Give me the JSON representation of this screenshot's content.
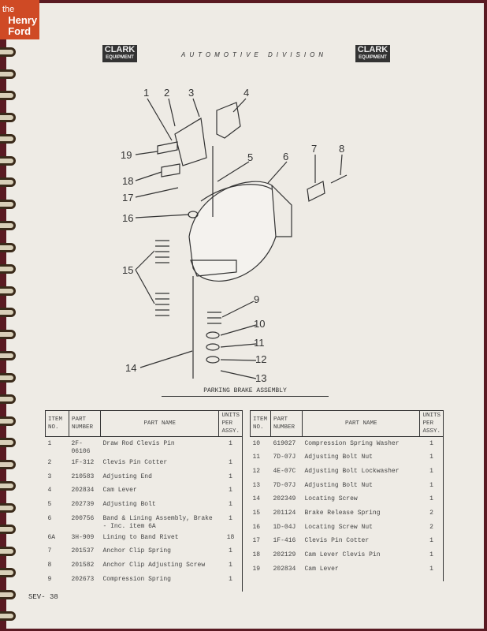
{
  "branding": {
    "henry_ford_logo": "the Henry Ford",
    "clark_logo": "CLARK EQUIPMENT"
  },
  "header": {
    "division": "AUTOMOTIVE DIVISION"
  },
  "diagram": {
    "caption": "PARKING BRAKE ASSEMBLY",
    "callouts": [
      "1",
      "2",
      "3",
      "4",
      "19",
      "5",
      "6",
      "7",
      "8",
      "18",
      "17",
      "16",
      "15",
      "9",
      "10",
      "11",
      "12",
      "13",
      "14"
    ]
  },
  "table_headers": {
    "item": "ITEM NO.",
    "part_number": "PART NUMBER",
    "part_name": "PART NAME",
    "units": "UNITS PER ASSY."
  },
  "left_table": [
    {
      "item": "1",
      "part": "2F-06106",
      "name": "Draw Rod Clevis Pin",
      "units": "1"
    },
    {
      "item": "2",
      "part": "1F-312",
      "name": "Clevis Pin Cotter",
      "units": "1"
    },
    {
      "item": "3",
      "part": "210583",
      "name": "Adjusting End",
      "units": "1"
    },
    {
      "item": "4",
      "part": "202834",
      "name": "Cam Lever",
      "units": "1"
    },
    {
      "item": "5",
      "part": "202739",
      "name": "Adjusting Bolt",
      "units": "1"
    },
    {
      "item": "6",
      "part": "200756",
      "name": "Band & Lining Assembly, Brake - Inc. item 6A",
      "units": "1"
    },
    {
      "item": "6A",
      "part": "3H-909",
      "name": "Lining to Band Rivet",
      "units": "18"
    },
    {
      "item": "7",
      "part": "201537",
      "name": "Anchor Clip Spring",
      "units": "1"
    },
    {
      "item": "8",
      "part": "201582",
      "name": "Anchor Clip Adjusting Screw",
      "units": "1"
    },
    {
      "item": "9",
      "part": "202673",
      "name": "Compression Spring",
      "units": "1"
    }
  ],
  "right_table": [
    {
      "item": "10",
      "part": "619027",
      "name": "Compression Spring Washer",
      "units": "1"
    },
    {
      "item": "11",
      "part": "7D-07J",
      "name": "Adjusting Bolt Nut",
      "units": "1"
    },
    {
      "item": "12",
      "part": "4E-07C",
      "name": "Adjusting Bolt Lockwasher",
      "units": "1"
    },
    {
      "item": "13",
      "part": "7D-07J",
      "name": "Adjusting Bolt Nut",
      "units": "1"
    },
    {
      "item": "14",
      "part": "202349",
      "name": "Locating Screw",
      "units": "1"
    },
    {
      "item": "15",
      "part": "201124",
      "name": "Brake Release Spring",
      "units": "2"
    },
    {
      "item": "16",
      "part": "1D-04J",
      "name": "Locating Screw Nut",
      "units": "2"
    },
    {
      "item": "17",
      "part": "1F-416",
      "name": "Clevis Pin Cotter",
      "units": "1"
    },
    {
      "item": "18",
      "part": "202129",
      "name": "Cam Lever Clevis Pin",
      "units": "1"
    },
    {
      "item": "19",
      "part": "202834",
      "name": "Cam Lever",
      "units": "1"
    }
  ],
  "footer": {
    "page_number": "SEV- 38"
  }
}
